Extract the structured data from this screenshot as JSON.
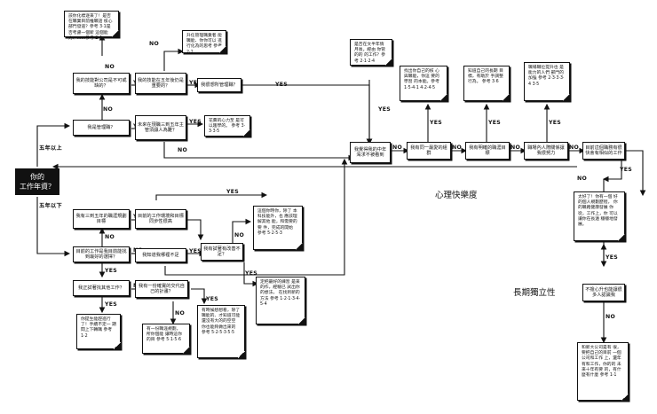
{
  "start": {
    "label": "你的\n工作年資？"
  },
  "branches": {
    "over5": "五年以上",
    "under5": "五年以下"
  },
  "sections": {
    "psych": "心理快樂度",
    "growth": "長期獨立性"
  },
  "yes": "YES",
  "no": "NO",
  "boxes": {
    "q_manage": "我是管理職？",
    "q_company_attract": "我的技能對公司是不可或缺的？",
    "q_skill_5yr": "我的技能在五年後仍是重要的？",
    "q_want_manage": "我很想所管理職？",
    "q_stable_team": "未來在現職三到五年主管須讓人為難？",
    "q_meaning": "我覺得我的中年渴求不被看到",
    "q_learning": "我有同一最愛的組群",
    "q_goal": "我有明確的職涯目標",
    "q_network": "職場內人際關係讓我很努力",
    "q_change": "目前這個職務有很快會有相似的工作",
    "q_stay": "不擔心升也能讓很多人認識我",
    "q_3to5": "我有三到五年的職涯規劃目標",
    "q_current_fit": "目前的工作環境和目標同步性很高",
    "q_best_work": "目前的工作是我目前能找到最好的選擇？",
    "q_know_fix": "我知道我哪裡不足",
    "q_try_improve": "我有試著有改善不足？",
    "q_other_job": "我正試著找其他工作？",
    "q_plan": "我有一份確實的交代自己的計畫？"
  },
  "notes": {
    "n_top_left": "該你化標逐來了！是否在職業目前推職話 核心部門發道？參考 3‧1是否考慮一個新 這個能力、……參考 2‧4",
    "n_top_mid": "升任管理職業者 能職能、你你可以 進行化為的思考 參考 2‧2",
    "n_top_center": "是否在文半年情 月後，經由 你管的的 的工作？參考 2‧1‧2‧4",
    "n_mid_left": "花費的心力至 是可以趨學的。 參考 3‧3‧3‧5",
    "n_learn": "找出你自己的核 心與職能，你這 要的學習 的本能。參考 1‧5‧4‧1 4‧2‧4‧5",
    "n_goal": "知道自己的長期 目標，有助於 手調整行為。 參考 3‧6",
    "n_network": "職場職位提升也 是能力的人們 部門的加強 參考 2‧3‧3‧3‧4 3‧5",
    "n_right_mid": "太好了！你有一個 好的個人規劃歷程， 你的職路健康發展 你從，工作上，你 可以讓你在長遠 穩穩地發展。",
    "n_know": "這個你時你，除了 本科技能外，也 應該理解其他 能，和需要的要 件，完成的開始 參考 5‧2‧5‧3",
    "n_improve": "定把最好的練習 是來的作，經驗已 試出你的想法， 在找到新的方法 參考 1‧2‧1‧3‧4‧5‧4",
    "n_other": "你提生能趕進行 了！手續不定一 期間上下轉職 參考 1‧2",
    "n_plan_no": "有一份職涯規劃， 所你個能 讓時這你的目 參考 5‧1‧5‧6",
    "n_plan_yes": "有時候想想看，除了 職能的、才知道可能 還沒有大的的空空 你也能夠做出來的 參考 5‧2‧5‧3‧5‧5",
    "n_bottom_right": "和新大公司是有 很，要把自己的目前 一個公司和工作 上，還年 有和工作，你的的 未來十年有要 的，有什麼有什麼 參考 1‧1"
  }
}
